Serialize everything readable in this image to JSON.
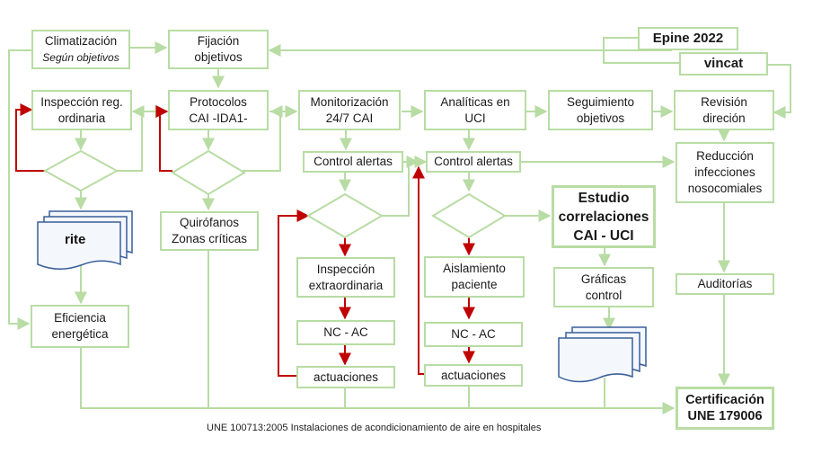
{
  "boxes": {
    "climatizacion": {
      "line1": "Climatización",
      "line2": "Según objetivos"
    },
    "fijacion": {
      "line1": "Fijación",
      "line2": "objetivos"
    },
    "epine": {
      "label": "Epine 2022"
    },
    "vincat": {
      "label": "vincat"
    },
    "inspeccion_reg": {
      "line1": "Inspección reg.",
      "line2": "ordinaria"
    },
    "protocolos": {
      "line1": "Protocolos",
      "line2": "CAI -IDA1-"
    },
    "monitorizacion": {
      "line1": "Monitorización",
      "line2": "24/7 CAI"
    },
    "analiticas": {
      "line1": "Analíticas en",
      "line2": "UCI"
    },
    "seguimiento": {
      "line1": "Seguimiento",
      "line2": "objetivos"
    },
    "revision": {
      "line1": "Revisión",
      "line2": "direción"
    },
    "control_alertas_1": {
      "label": "Control alertas"
    },
    "control_alertas_2": {
      "label": "Control alertas"
    },
    "reduccion": {
      "line1": "Reducción",
      "line2": "infecciones",
      "line3": "nosocomiales"
    },
    "quirofanos": {
      "line1": "Quirófanos",
      "line2": "Zonas críticas"
    },
    "estudio": {
      "line1": "Estudio",
      "line2": "correlaciones",
      "line3": "CAI - UCI"
    },
    "inspeccion_extra": {
      "line1": "Inspección",
      "line2": "extraordinaria"
    },
    "aislamiento": {
      "line1": "Aislamiento",
      "line2": "paciente"
    },
    "graficas": {
      "line1": "Gráficas",
      "line2": "control"
    },
    "auditorias": {
      "label": "Auditorías"
    },
    "eficiencia": {
      "line1": "Eficiencia",
      "line2": "energética"
    },
    "nc_ac_1": {
      "label": "NC - AC"
    },
    "nc_ac_2": {
      "label": "NC - AC"
    },
    "actuaciones_1": {
      "label": "actuaciones"
    },
    "actuaciones_2": {
      "label": "actuaciones"
    },
    "certificacion": {
      "line1": "Certificación",
      "line2": "UNE 179006"
    }
  },
  "documents": {
    "rite": "rite"
  },
  "caption": "UNE 100713:2005 Instalaciones de acondicionamiento de aire en hospitales",
  "colors": {
    "box_border": "#b8dca4",
    "connector": "#b8dca4",
    "loop": "#c00000",
    "doc_border": "#3a5f9a",
    "doc_fill": "#f4f7fc"
  }
}
